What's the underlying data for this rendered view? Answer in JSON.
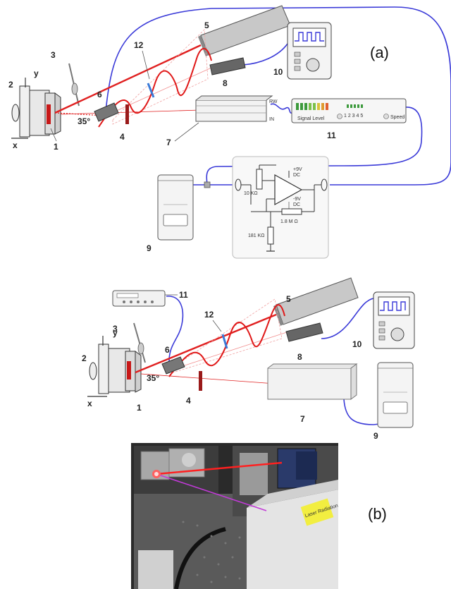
{
  "panels": {
    "a": "(a)",
    "b": "(b)"
  },
  "labels_a": {
    "n1": "1",
    "n2": "2",
    "n3": "3",
    "n4": "4",
    "n5": "5",
    "n6": "6",
    "n7": "7",
    "n8": "8",
    "n9": "9",
    "n10": "10",
    "n11": "11",
    "n12": "12",
    "angle": "35°",
    "axis_x": "x",
    "axis_y": "y"
  },
  "labels_b": {
    "n1": "1",
    "n2": "2",
    "n3": "3",
    "n4": "4",
    "n5": "5",
    "n6": "6",
    "n7": "7",
    "n8": "8",
    "n9": "9",
    "n10": "10",
    "n11": "11",
    "n12": "12",
    "angle": "35°",
    "axis_x": "x",
    "axis_y": "y"
  },
  "amplifier": {
    "vplus": "+9V",
    "dc_top": "DC",
    "vminus": "-9V",
    "dc_bottom": "DC",
    "r1": "10 KΩ",
    "r2": "1.8 M Ω",
    "r3": "181 KΩ"
  },
  "lockin": {
    "signal_level": "Signal Level",
    "rw": "RW",
    "in": "IN",
    "speed": "Speed",
    "scale": "1 2 3 4 5"
  },
  "photo": {
    "sticker": "Laser Radiation"
  },
  "colors": {
    "beam": "#e02020",
    "cable": "#3a3ad8",
    "wave": "#e01818"
  }
}
